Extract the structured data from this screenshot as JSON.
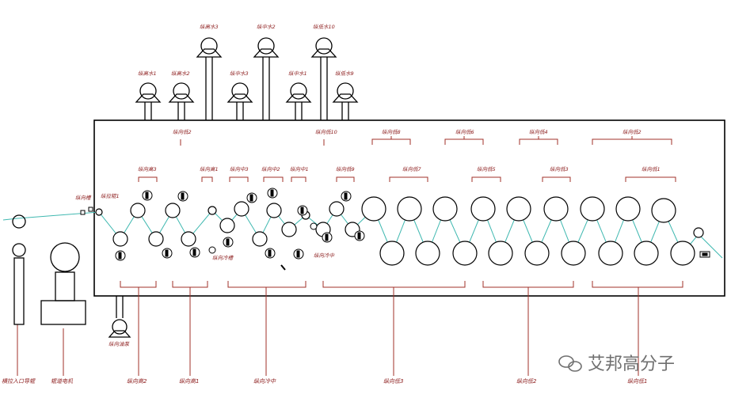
{
  "colors": {
    "outline": "#000000",
    "label": "#8b1a1a",
    "leader": "#a0302a",
    "web": "#3fb8b0"
  },
  "labels": {
    "pump_top_3": "纵高水3",
    "pump_top_mid": "纵中水2",
    "pump_top_10": "纵低水10",
    "pump_low_1": "纵高水1",
    "pump_low_2": "纵高水2",
    "pump_low_3": "纵中水3",
    "pump_low_4": "纵中水1",
    "pump_low_5": "纵低水9",
    "sec_a": "纵向低2",
    "sec_b": "纵向低10",
    "sec_c": "纵向低8",
    "sec_d": "纵向低6",
    "sec_e": "纵向低4",
    "sec_f": "纵向低2",
    "u1": "纵向高3",
    "u2": "纵向高1",
    "u3": "纵向中3",
    "u4": "纵向中2",
    "u5": "纵向中1",
    "u6": "纵向低9",
    "u7": "纵向低7",
    "u8": "纵向低5",
    "u9": "纵向低3",
    "u10": "纵向低1",
    "entry_a": "纵向槽",
    "entry_b": "纵拉辊1",
    "mid_a": "纵向冷槽",
    "mid_b": "纵向冷中",
    "bottom_pump": "纵向油泵",
    "b1": "横拉入口导辊",
    "b2": "辊道电机",
    "b3": "纵向高2",
    "b4": "纵向高1",
    "b5": "纵向冷中",
    "b6": "纵向低3",
    "b7": "纵向低2",
    "b8": "纵向低1",
    "watermark": "艾邦高分子"
  }
}
